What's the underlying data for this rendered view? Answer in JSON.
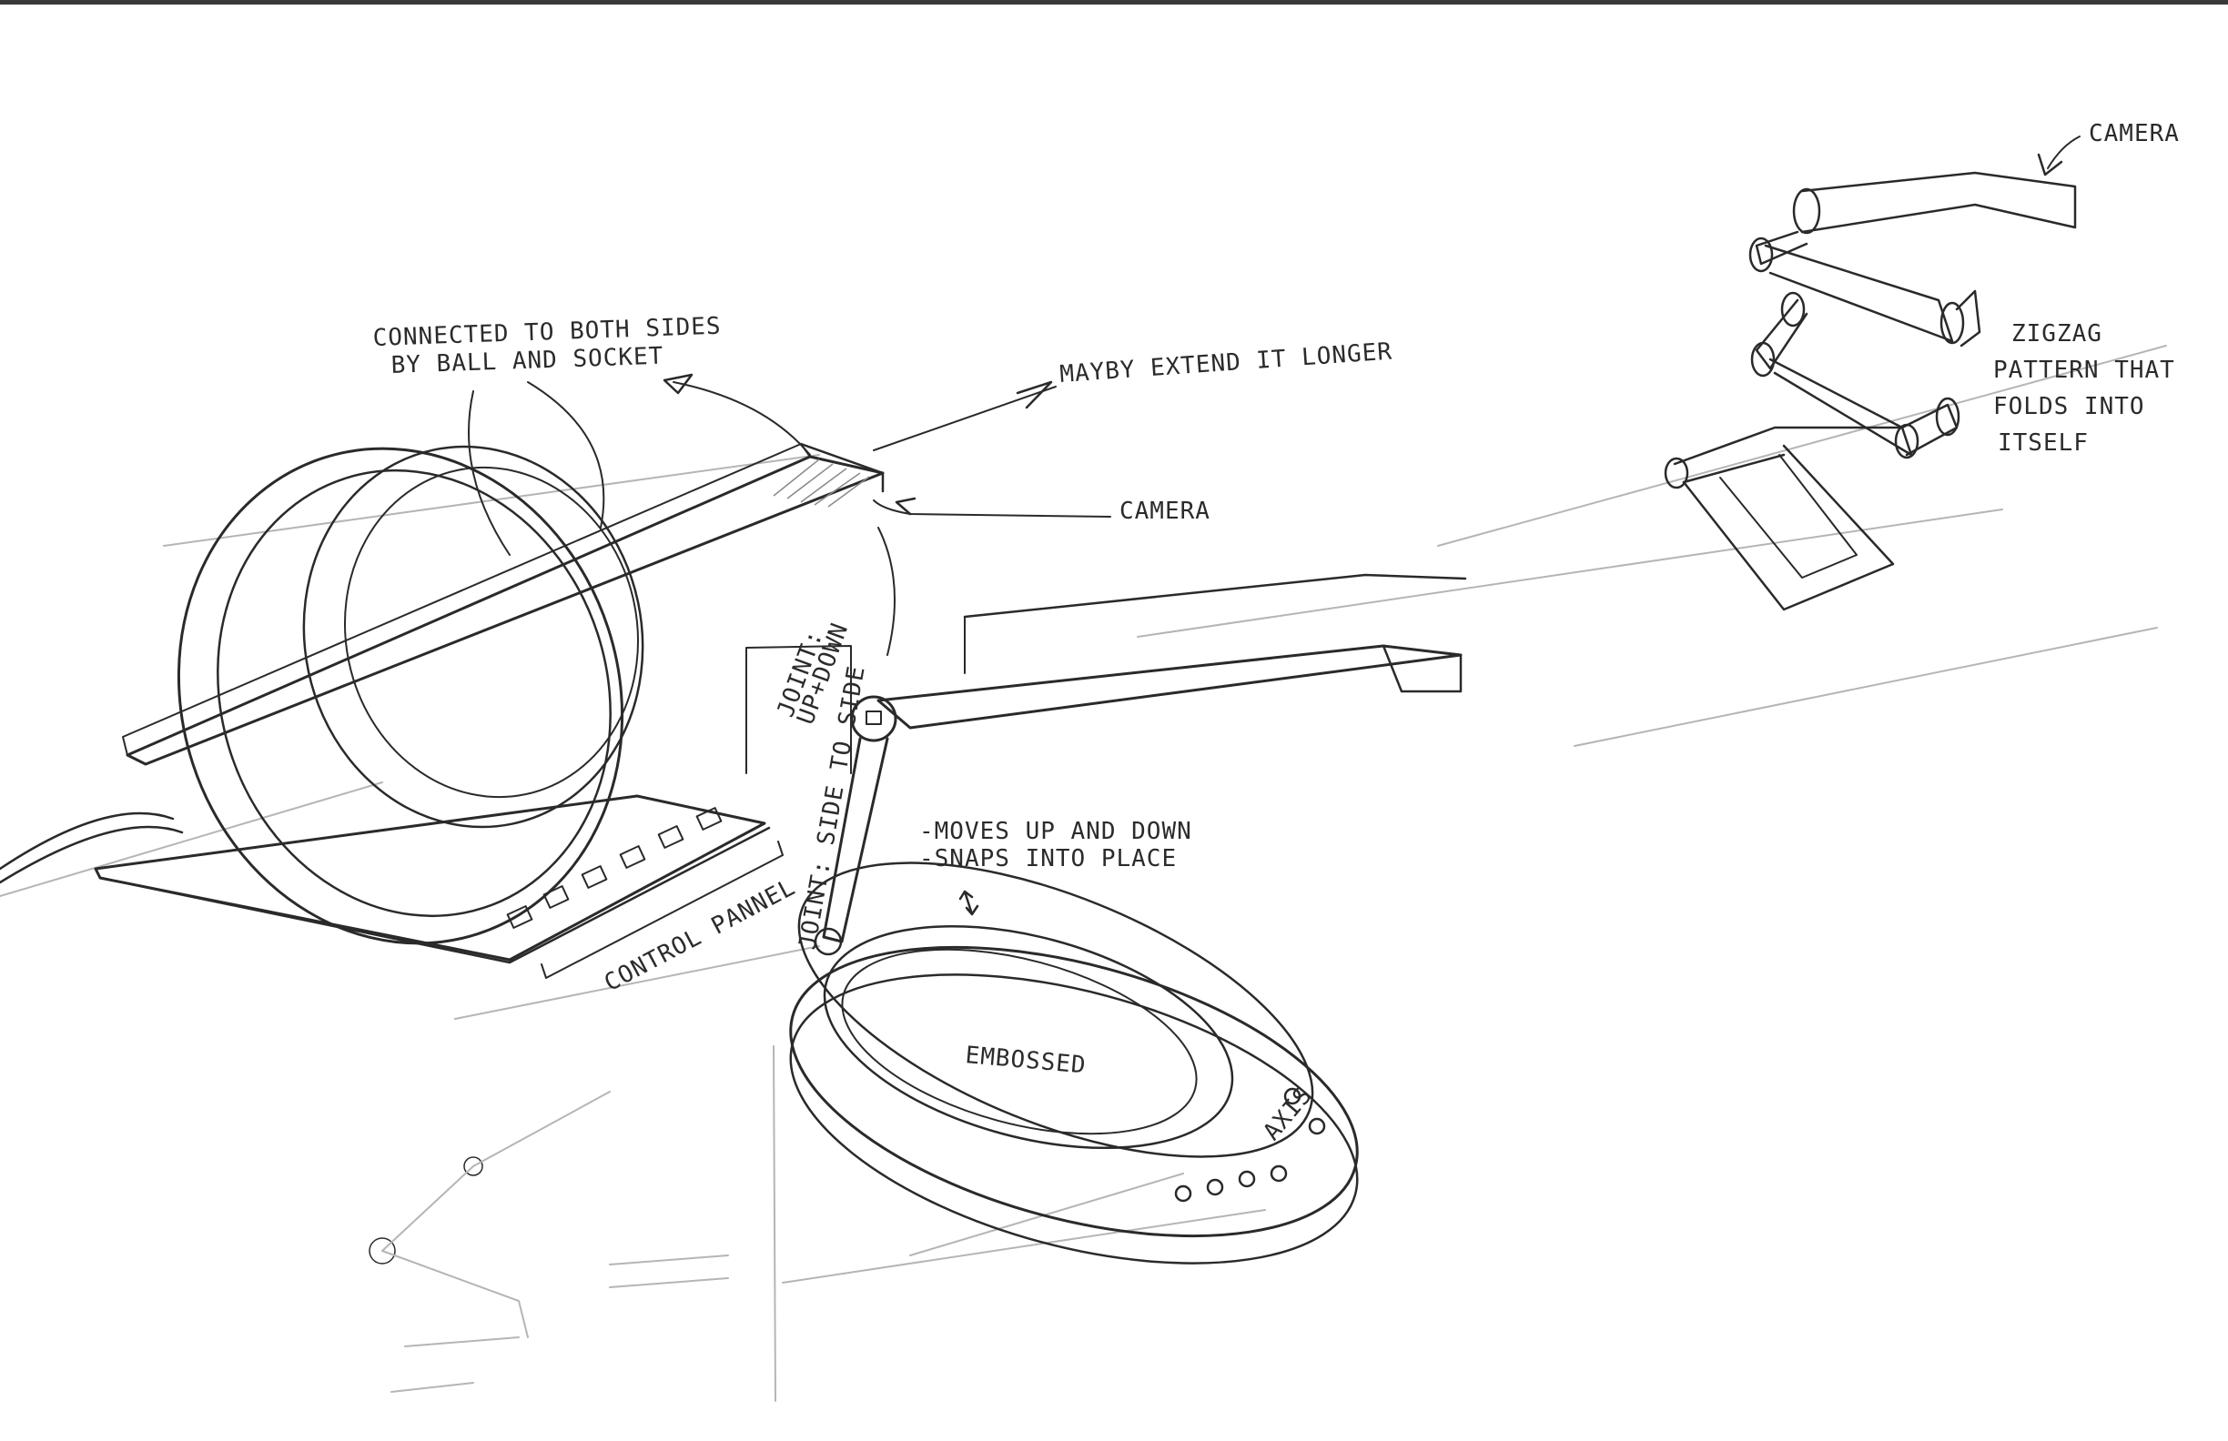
{
  "annotations": {
    "connected": [
      "CONNECTED TO BOTH SIDES",
      "BY BALL AND SOCKET"
    ],
    "extend": "MAYBY EXTEND IT LONGER",
    "camera_mid": "CAMERA",
    "camera_right": "CAMERA",
    "zigzag": [
      "ZIGZAG",
      "PATTERN THAT",
      "FOLDS INTO",
      "ITSELF"
    ],
    "joint_up_down": [
      "JOINT:",
      "UP+DOWN"
    ],
    "joint_side": "JOINT: SIDE TO SIDE",
    "moves": [
      "-MOVES UP AND DOWN",
      "-SNAPS INTO PLACE"
    ],
    "control_panel": "CONTROL PANNEL",
    "embossed": "EMBOSSED",
    "axis": "AXIS"
  }
}
